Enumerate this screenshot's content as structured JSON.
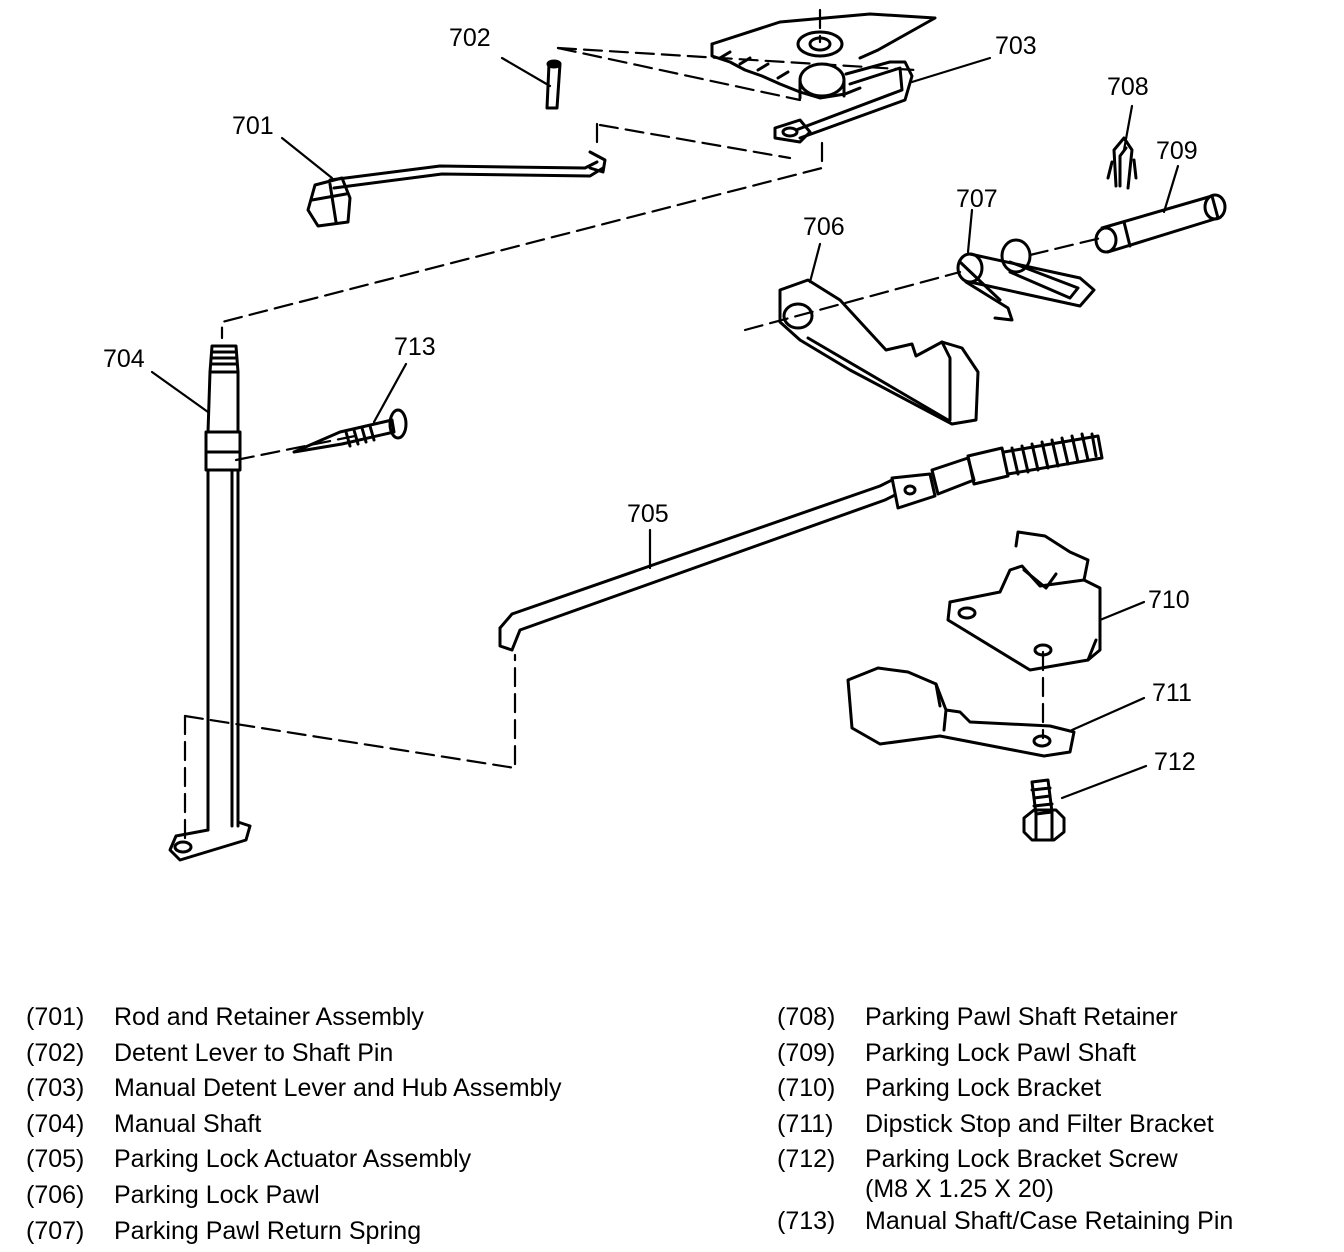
{
  "callouts": [
    "701",
    "702",
    "703",
    "704",
    "705",
    "706",
    "707",
    "708",
    "709",
    "710",
    "711",
    "712",
    "713"
  ],
  "legend": {
    "left": [
      {
        "num": "(701)",
        "desc": "Rod and Retainer Assembly"
      },
      {
        "num": "(702)",
        "desc": "Detent Lever to Shaft Pin"
      },
      {
        "num": "(703)",
        "desc": "Manual Detent Lever and Hub Assembly"
      },
      {
        "num": "(704)",
        "desc": "Manual Shaft"
      },
      {
        "num": "(705)",
        "desc": "Parking Lock Actuator Assembly"
      },
      {
        "num": "(706)",
        "desc": "Parking Lock Pawl"
      },
      {
        "num": "(707)",
        "desc": "Parking Pawl Return Spring"
      }
    ],
    "right": [
      {
        "num": "(708)",
        "desc": "Parking Pawl Shaft Retainer"
      },
      {
        "num": "(709)",
        "desc": "Parking Lock Pawl Shaft"
      },
      {
        "num": "(710)",
        "desc": "Parking Lock Bracket"
      },
      {
        "num": "(711)",
        "desc": "Dipstick Stop and Filter Bracket"
      },
      {
        "num": "(712)",
        "desc": "Parking Lock Bracket Screw",
        "note": "(M8 X 1.25 X 20)"
      },
      {
        "num": "(713)",
        "desc": "Manual Shaft/Case Retaining Pin"
      }
    ]
  },
  "colors": {
    "ink": "#000000",
    "paper": "#ffffff"
  }
}
